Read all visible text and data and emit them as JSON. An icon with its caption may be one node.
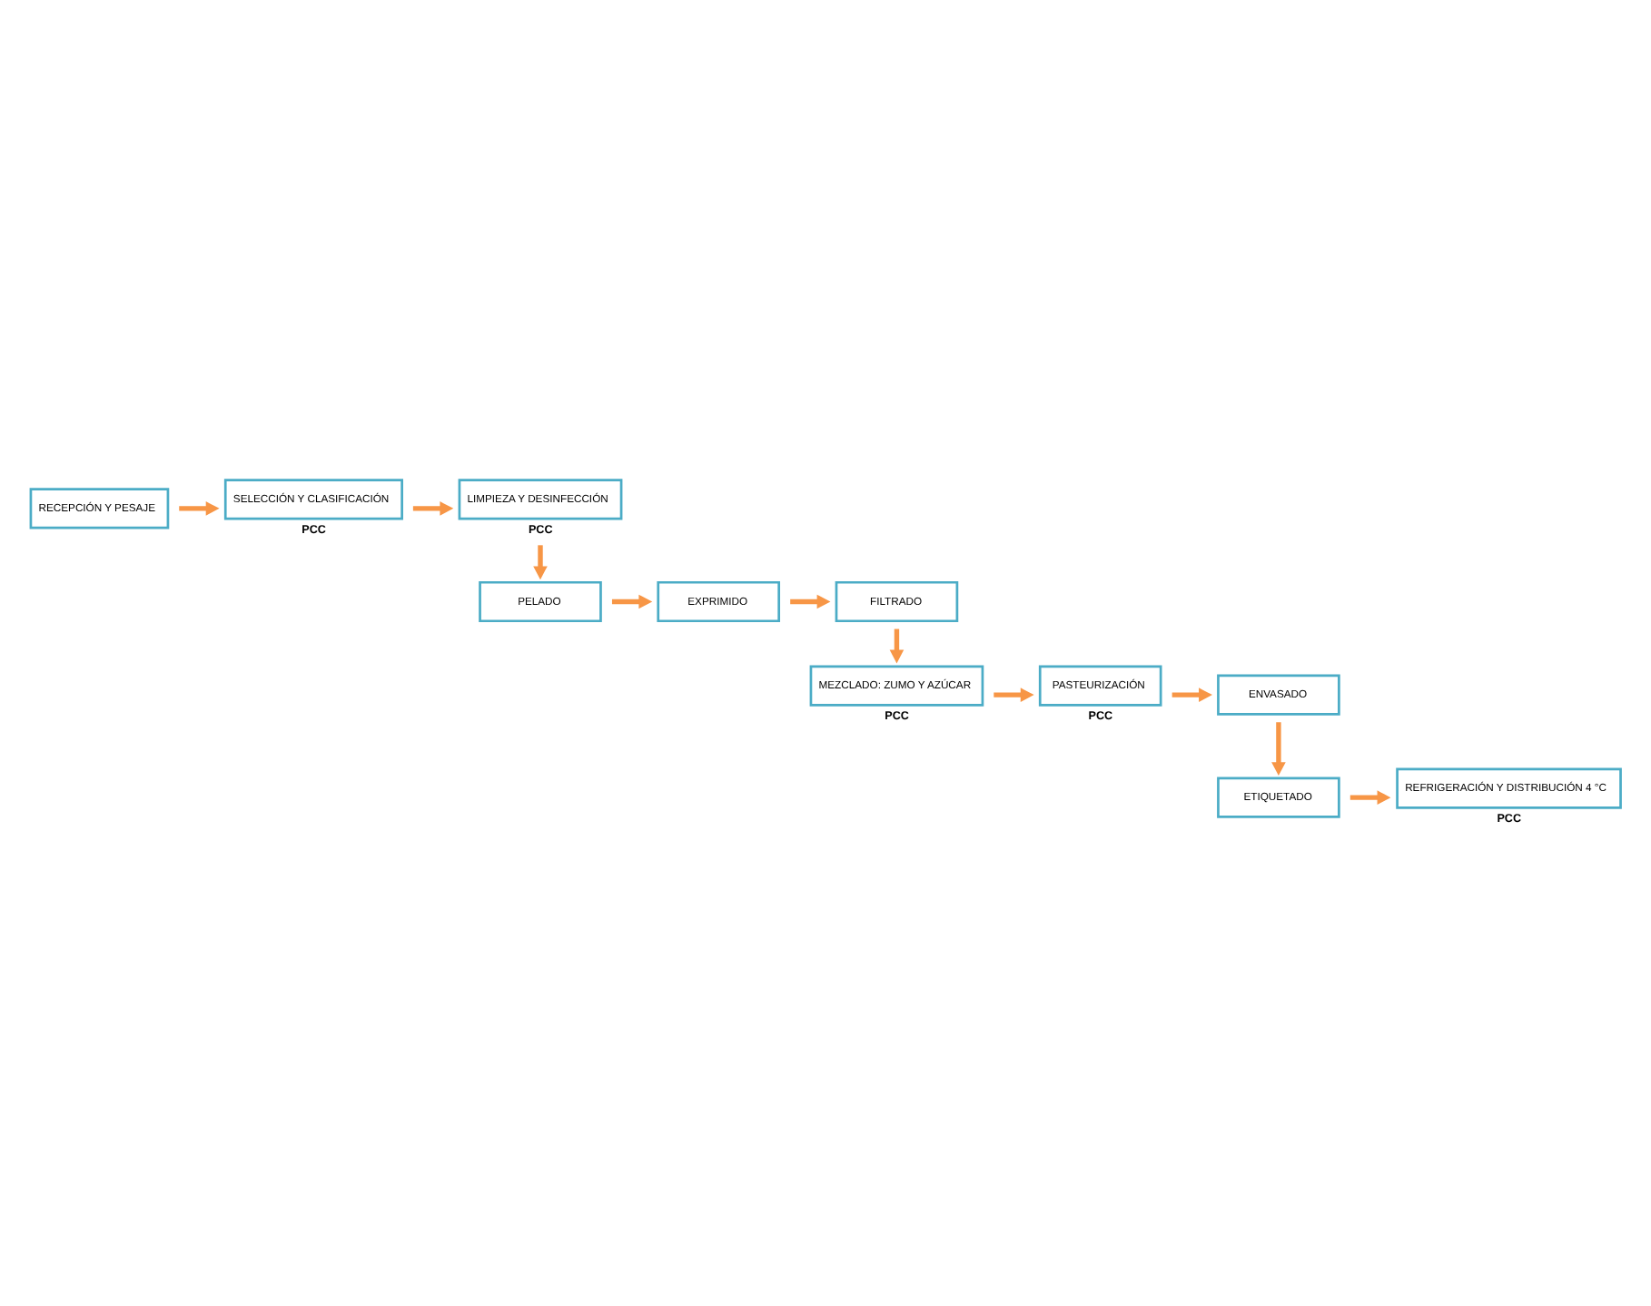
{
  "diagram": {
    "nodes": [
      {
        "text": [
          "RECEPCIÓN Y PESAJE"
        ]
      },
      {
        "text": [
          "SELECCIÓN Y CLASIFICACIÓN"
        ],
        "beside": [
          "PCC"
        ]
      },
      {
        "text": [
          "LIMPIEZA Y DESINFECCIÓN"
        ],
        "beside": [
          "PCC"
        ]
      },
      {
        "text": [
          "FILTRADO"
        ]
      },
      {
        "text": [
          "EXPRIMIDO"
        ]
      },
      {
        "text": [
          "PELADO"
        ]
      },
      {
        "text": [
          "MEZCLADO: ZUMO Y AZÚCAR"
        ],
        "beside": [
          "PCC"
        ]
      },
      {
        "text": [
          "PASTEURIZACIÓN"
        ],
        "beside": [
          "PCC"
        ]
      },
      {
        "text": [
          "ENVASADO"
        ]
      },
      {
        "text": [
          "REFRIGERACIÓN Y DISTRIBUCIÓN 4 °C"
        ],
        "beside": [
          "PCC"
        ]
      },
      {
        "text": [
          "ETIQUETADO"
        ]
      }
    ],
    "edges": [
      {
        "from": 0,
        "to": 1,
        "arrow": "to"
      },
      {
        "from": 1,
        "to": 2,
        "arrow": "to"
      },
      {
        "from": 2,
        "to": 5,
        "arrow": "to"
      },
      {
        "from": 5,
        "to": 4,
        "arrow": "to"
      },
      {
        "from": 4,
        "to": 3,
        "arrow": "to"
      },
      {
        "from": 3,
        "to": 6,
        "arrow": "to"
      },
      {
        "from": 6,
        "to": 7,
        "arrow": "to"
      },
      {
        "from": 7,
        "to": 8,
        "arrow": "to"
      },
      {
        "from": 8,
        "to": 10,
        "arrow": "to"
      },
      {
        "from": 10,
        "to": 9,
        "arrow": "to"
      }
    ]
  }
}
